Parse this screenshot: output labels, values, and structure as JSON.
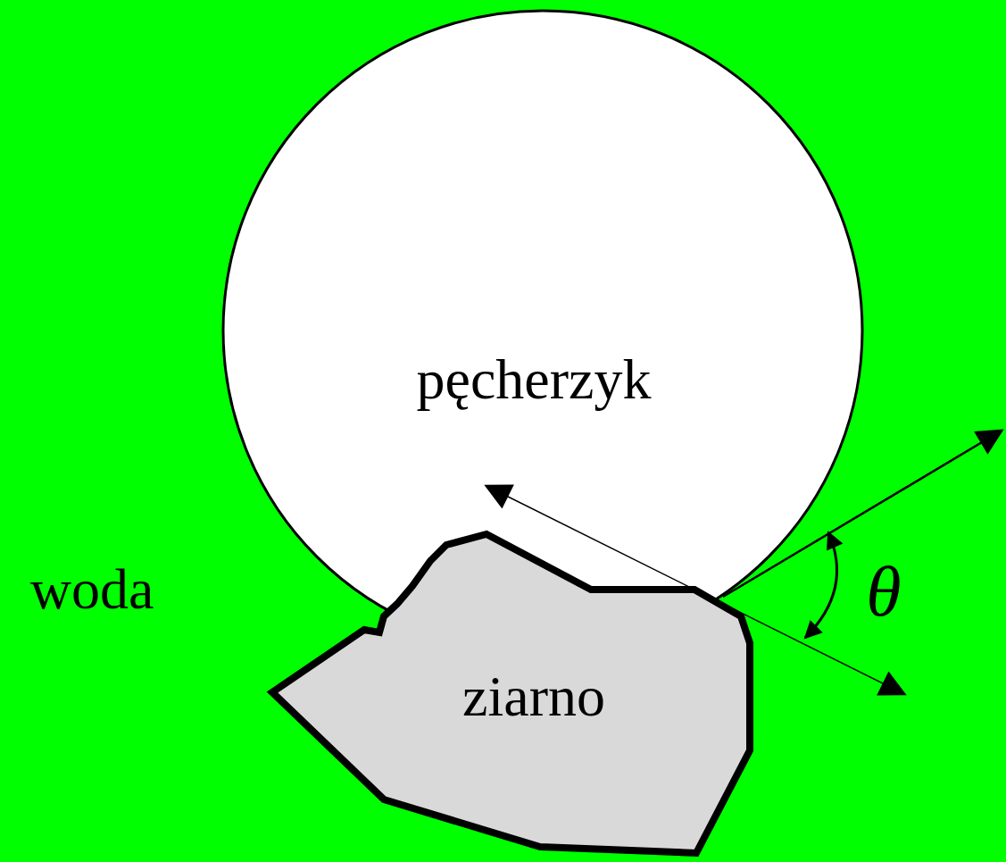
{
  "diagram": {
    "nodes": [
      {
        "text": [
          "pęcherzyk"
        ]
      },
      {
        "text": [
          "ziarno"
        ]
      }
    ],
    "labels": [
      "woda",
      "θ"
    ]
  }
}
